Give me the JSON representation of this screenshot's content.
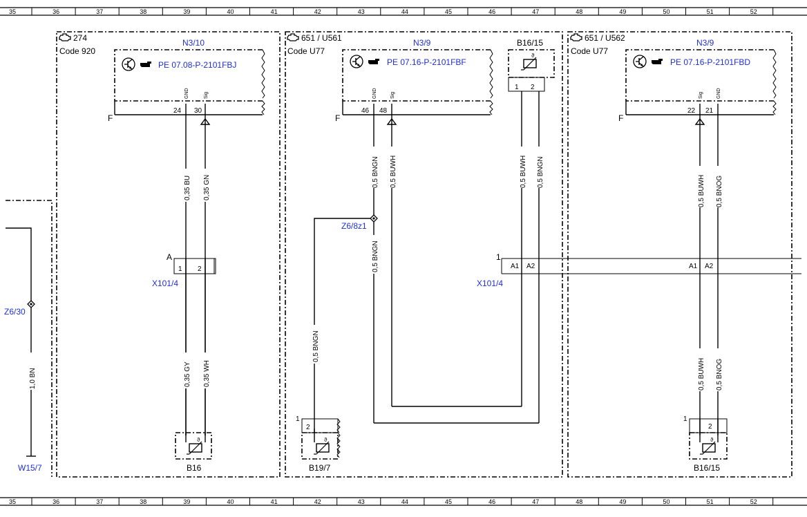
{
  "grid": {
    "columns": [
      "35",
      "36",
      "37",
      "38",
      "39",
      "40",
      "41",
      "42",
      "43",
      "44",
      "45",
      "46",
      "47",
      "48",
      "49",
      "50",
      "51",
      "52"
    ]
  },
  "left_fragment": {
    "connector_label": "Z6/30",
    "wire_label": "1,0 BN",
    "terminal_label": "W15/7"
  },
  "section_274": {
    "code_number": "274",
    "code_label": "Code 920",
    "module": "N3/10",
    "ref": "PE 07.08-P-2101FBJ",
    "pin_names": [
      "GND",
      "Sig"
    ],
    "pin_numbers": [
      "24",
      "30"
    ],
    "f_label": "F",
    "wire_top": [
      "0,35 BU",
      "0,35 GN"
    ],
    "connector": "X101/4",
    "connector_side": "A",
    "connector_pins": [
      "1",
      "2"
    ],
    "wire_bottom": [
      "0,35 GY",
      "0,35 WH"
    ],
    "sensor": "B16"
  },
  "section_651a": {
    "code_number": "651 / U561",
    "code_label": "Code U77",
    "module": "N3/9",
    "ref": "PE 07.16-P-2101FBF",
    "pin_names": [
      "GND",
      "Sig"
    ],
    "pin_numbers": [
      "46",
      "48"
    ],
    "f_label": "F",
    "sensor_top": "B16/15",
    "sensor_top_pins": [
      "1",
      "2"
    ],
    "wires": [
      "0,5 BNGN",
      "0,5 BUWH",
      "0,5 BUWH",
      "0,5 BNGN"
    ],
    "splice": "Z6/8z1",
    "splice_wire": "0,5 BNGN",
    "lower_wire": "0,5 BNGN",
    "connector": "X101/4",
    "connector_side": "1",
    "connector_pins": [
      "A1",
      "A2"
    ],
    "sensor_bottom": "B19/7",
    "sensor_bottom_pins": [
      "1",
      "2"
    ]
  },
  "section_651b": {
    "code_number": "651 / U562",
    "code_label": "Code U77",
    "module": "N3/9",
    "ref": "PE 07.16-P-2101FBD",
    "pin_names": [
      "Sig",
      "GND"
    ],
    "pin_numbers": [
      "22",
      "21"
    ],
    "f_label": "F",
    "wire_top": [
      "0,5 BUWH",
      "0,5 BNOG"
    ],
    "connector_pins": [
      "A1",
      "A2"
    ],
    "wire_bottom": [
      "0,5 BUWH",
      "0,5 BNOG"
    ],
    "sensor": "B16/15",
    "sensor_pins": [
      "1",
      "2"
    ]
  },
  "colors": {
    "line": "#000000",
    "label_blue": "#1f2fd6",
    "background": "#ffffff"
  },
  "icons": [
    "engine-icon",
    "transistor-icon",
    "pointing-hand-icon",
    "thermistor-icon",
    "splice-diamond-icon"
  ]
}
